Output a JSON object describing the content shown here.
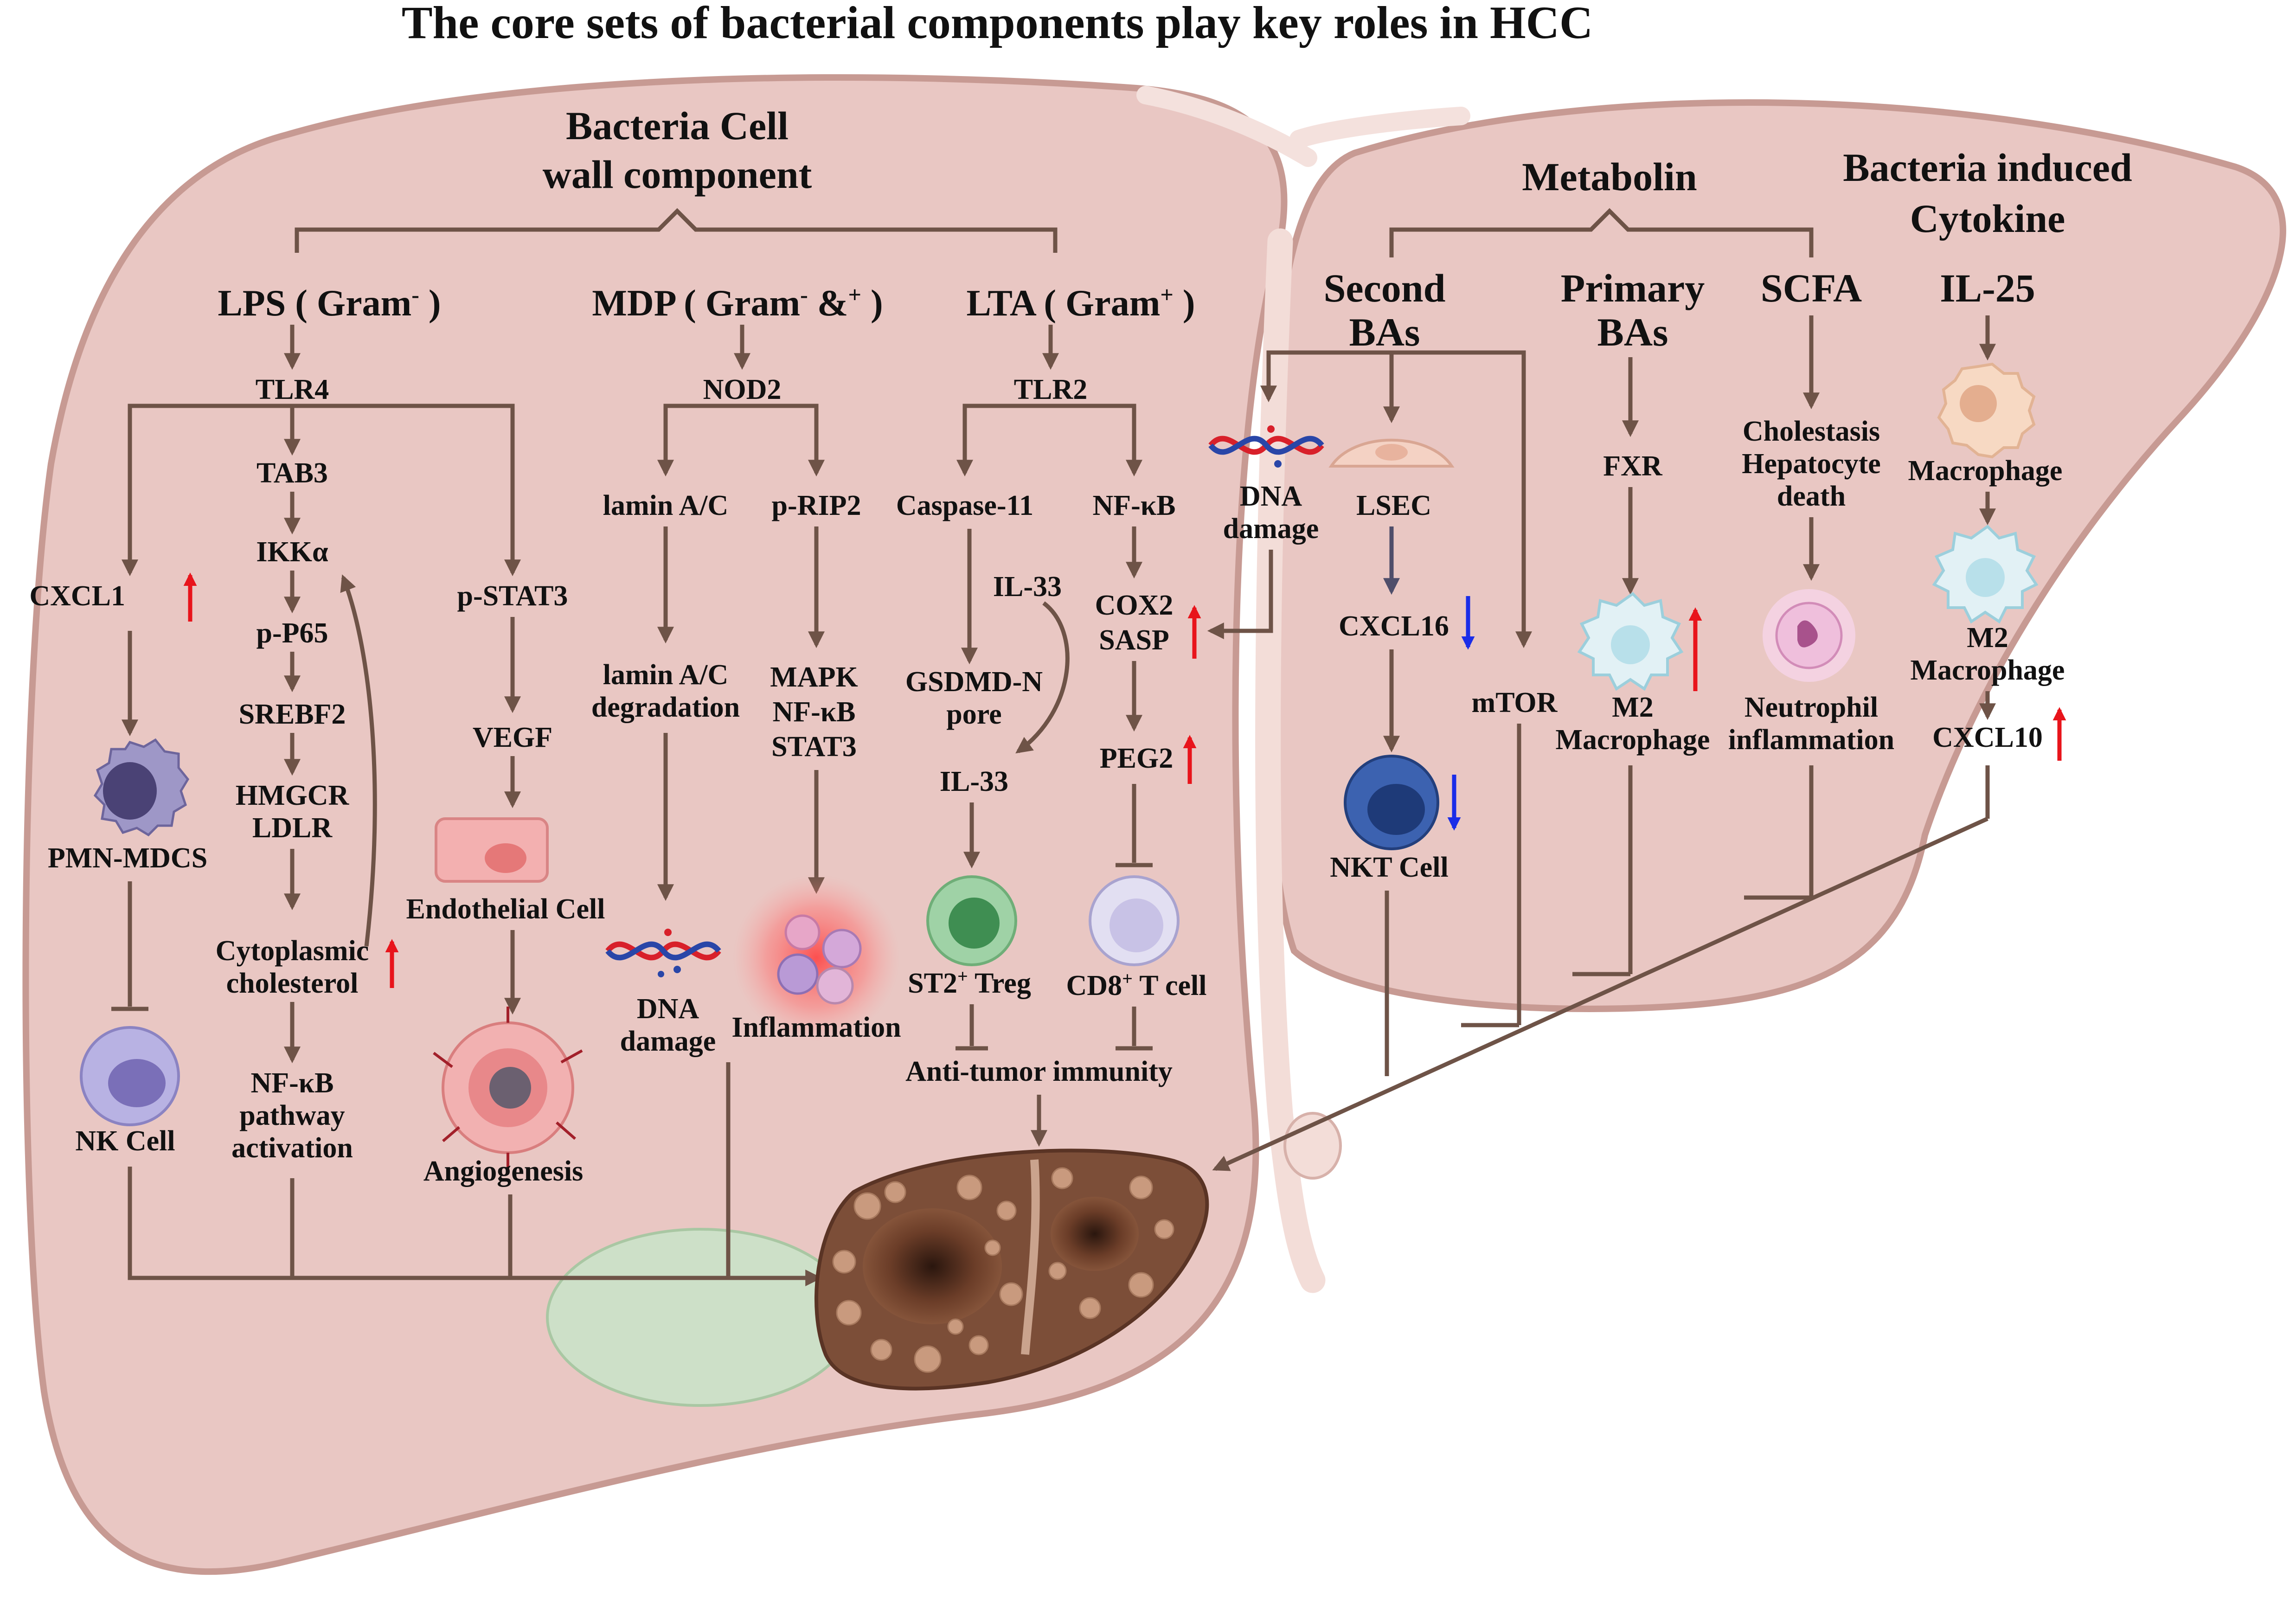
{
  "title": "The core sets of bacterial components play key roles in HCC",
  "colors": {
    "liver_fill": "#e9c7c3",
    "liver_edge": "#c79a93",
    "arrow": "#6e5347",
    "up_arrow": "#e8141b",
    "down_arrow": "#1a2de8",
    "tumor": "#7c4e38"
  },
  "sections": {
    "cell_wall": {
      "line1": "Bacteria Cell",
      "line2": "wall component"
    },
    "metabolin": "Metabolin",
    "cytokine": {
      "line1": "Bacteria induced",
      "line2": "Cytokine"
    }
  },
  "lps": {
    "title": "LPS ( Gram",
    "title_sup": "-",
    "title_end": " )",
    "tlr4": "TLR4",
    "tab3": "TAB3",
    "ikka": "IKKα",
    "pp65": "p-P65",
    "srebf2": "SREBF2",
    "hmgcr": "HMGCR",
    "ldlr": "LDLR",
    "chol1": "Cytoplasmic",
    "chol2": "cholesterol",
    "nfkb1": "NF-κB",
    "nfkb2": "pathway",
    "nfkb3": "activation",
    "cxcl1": "CXCL1",
    "pmn": "PMN-MDCS",
    "nk": "NK Cell",
    "pstat3": "p-STAT3",
    "vegf": "VEGF",
    "endo": "Endothelial Cell",
    "angio": "Angiogenesis"
  },
  "mdp": {
    "title_a": "MDP ( Gram",
    "sup_a": "-",
    "title_b": " &",
    "sup_b": "+",
    "title_end": " )",
    "nod2": "NOD2",
    "lamin": "lamin A/C",
    "lamin_deg1": "lamin A/C",
    "lamin_deg2": "degradation",
    "dna1": "DNA",
    "dna2": "damage",
    "prip2": "p-RIP2",
    "mapk": "MAPK",
    "nfkb": "NF-κB",
    "stat3": "STAT3",
    "inflam": "Inflammation"
  },
  "lta": {
    "title": "LTA  ( Gram",
    "title_sup": "+",
    "title_end": " )",
    "tlr2": "TLR2",
    "casp": "Caspase-11",
    "il33a": "IL-33",
    "gsdmd1": "GSDMD-N",
    "gsdmd2": "pore",
    "il33b": "IL-33",
    "st2": "ST2",
    "st2_sup": "+",
    "st2_end": " Treg",
    "nfkb": "NF-κB",
    "cox2": "COX2",
    "sasp": "SASP",
    "peg2": "PEG2",
    "cd8": "CD8",
    "cd8_sup": "+",
    "cd8_end": " T cell",
    "anti": "Anti-tumor immunity"
  },
  "second_bas": {
    "line1": "Second",
    "line2": "BAs",
    "dna1": "DNA",
    "dna2": "damage",
    "lsec": "LSEC",
    "cxcl16": "CXCL16",
    "nkt": "NKT Cell",
    "mtor": "mTOR"
  },
  "primary_bas": {
    "line1": "Primary",
    "line2": "BAs",
    "fxr": "FXR",
    "m2a": "M2",
    "m2b": "Macrophage"
  },
  "scfa": {
    "title": "SCFA",
    "c1": "Cholestasis",
    "c2": "Hepatocyte",
    "c3": "death",
    "n1": "Neutrophil",
    "n2": "inflammation"
  },
  "il25": {
    "title": "IL-25",
    "macro": "Macrophage",
    "m2a": "M2",
    "m2b": "Macrophage",
    "cxcl10": "CXCL10"
  }
}
